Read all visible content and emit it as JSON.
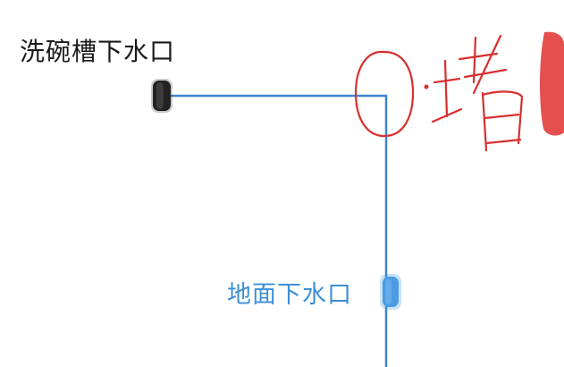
{
  "labels": {
    "sink_drain": "洗碗槽下水口",
    "floor_drain": "地面下水口"
  },
  "annotation": {
    "handwritten": "0·堵",
    "meaning": "blocked"
  },
  "colors": {
    "pipe": "#3d86cf",
    "annotation": "#d7302f",
    "sink_label": "#1a1a1a",
    "floor_label": "#3d8fd6",
    "sink_marker": "#222222",
    "floor_marker": "#4a9be3"
  },
  "icons": {
    "sink_marker": "drain-cap-icon",
    "floor_marker": "drain-cap-icon"
  }
}
